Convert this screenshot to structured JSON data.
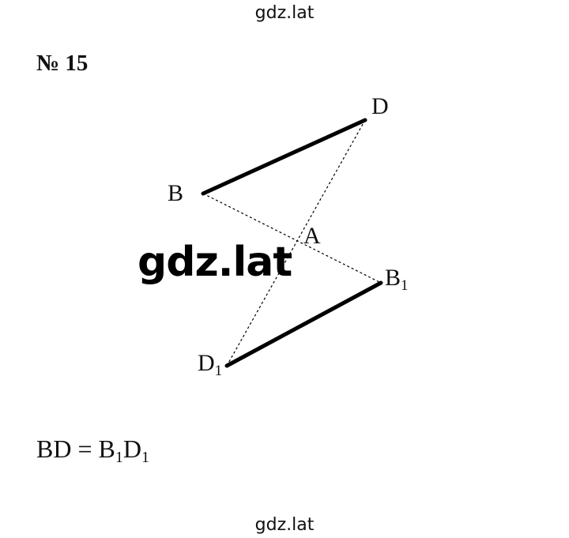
{
  "watermark": {
    "top": "gdz.lat",
    "center": "gdz.lat",
    "bottom": "gdz.lat"
  },
  "problem": {
    "number": "№ 15"
  },
  "figure": {
    "points": {
      "D": {
        "letter": "D",
        "sub": ""
      },
      "B": {
        "letter": "B",
        "sub": ""
      },
      "A": {
        "letter": "A",
        "sub": ""
      },
      "B1": {
        "letter": "B",
        "sub": "1"
      },
      "D1": {
        "letter": "D",
        "sub": "1"
      }
    },
    "solid_segments": [
      "BD",
      "B1D1"
    ],
    "dashed_segments": [
      "BB1",
      "DD1"
    ]
  },
  "answer": {
    "lhs": "BD",
    "eq": " = ",
    "r1": "B",
    "r1_sub": "1",
    "r2": "D",
    "r2_sub": "1"
  }
}
